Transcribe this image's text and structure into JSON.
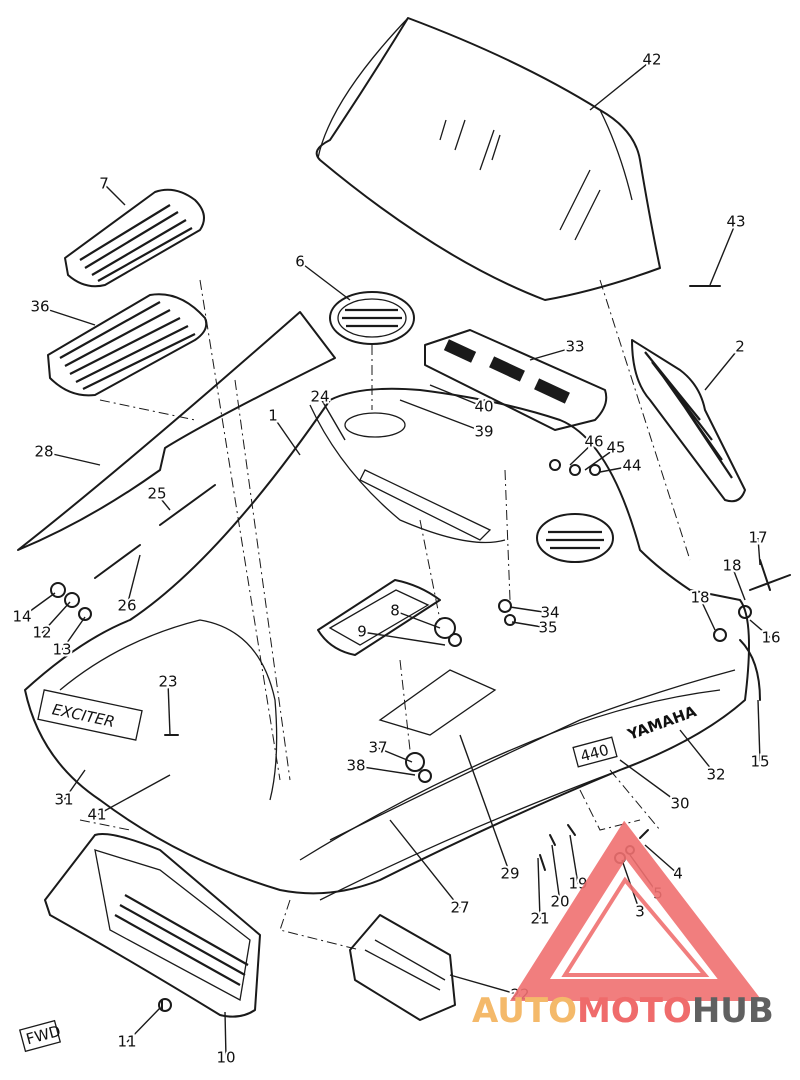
{
  "callouts": [
    "42",
    "7",
    "43",
    "6",
    "33",
    "2",
    "36",
    "40",
    "24",
    "39",
    "46",
    "45",
    "44",
    "28",
    "1",
    "25",
    "17",
    "18",
    "18",
    "16",
    "26",
    "8",
    "34",
    "35",
    "9",
    "14",
    "12",
    "13",
    "23",
    "15",
    "37",
    "38",
    "32",
    "31",
    "41",
    "30",
    "29",
    "4",
    "5",
    "3",
    "19",
    "20",
    "21",
    "27",
    "22",
    "11",
    "10"
  ],
  "hood_emblem": "EXCITER",
  "side_brand": "YAMAHA",
  "model_badge": "440",
  "fwd_label": "FWD",
  "watermark": {
    "part1": "AUTO",
    "part2": "MOTO",
    "part3": "HUB",
    "colors": {
      "auto": "#f4b96a",
      "moto": "#ef6b6b",
      "hub": "#606060",
      "triangle": "#f07070"
    }
  }
}
